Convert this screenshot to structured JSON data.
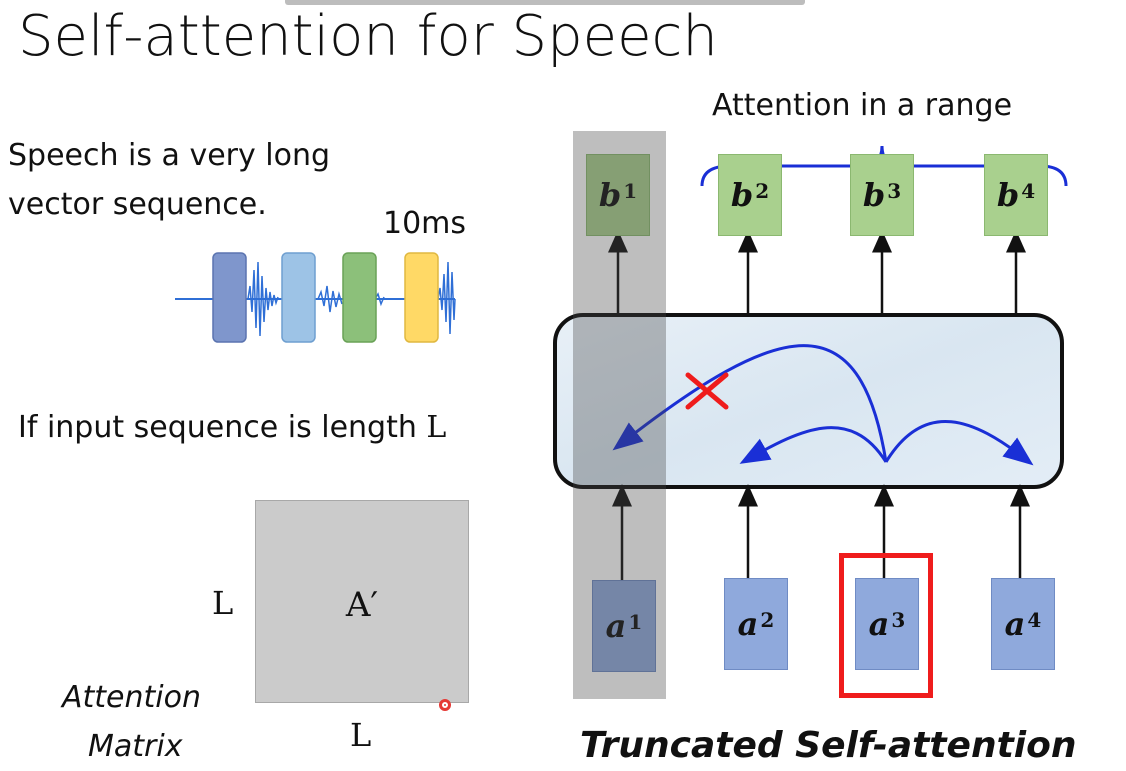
{
  "title": "Self-attention for Speech",
  "left": {
    "intro_line1": "Speech is a very long",
    "intro_line2": "vector sequence.",
    "frame_label": "10ms",
    "length_text": "If input sequence is length ",
    "length_symbol": "L",
    "matrix_label": "A′",
    "matrix_row_label": "L",
    "matrix_col_label": "L",
    "matrix_caption_line1": "Attention",
    "matrix_caption_line2": "Matrix"
  },
  "right": {
    "range_label": "Attention in a range",
    "outputs": [
      {
        "sym": "b",
        "sup": "1"
      },
      {
        "sym": "b",
        "sup": "2"
      },
      {
        "sym": "b",
        "sup": "3"
      },
      {
        "sym": "b",
        "sup": "4"
      }
    ],
    "inputs": [
      {
        "sym": "a",
        "sup": "1"
      },
      {
        "sym": "a",
        "sup": "2"
      },
      {
        "sym": "a",
        "sup": "3"
      },
      {
        "sym": "a",
        "sup": "4"
      }
    ],
    "caption": "Truncated Self-attention"
  },
  "colors": {
    "bar_colors": [
      "#7f96cc",
      "#9dc3e6",
      "#8cc07a",
      "#ffd966"
    ],
    "output_node": "#a9d08e",
    "input_node": "#8fa9dc",
    "arrow_blue": "#1a2fd6",
    "cross_red": "#ef1c1c"
  }
}
